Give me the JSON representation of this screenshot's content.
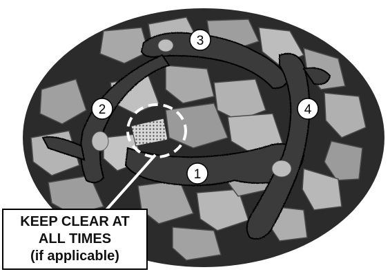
{
  "diagram": {
    "logs": [
      {
        "id": "log-1",
        "number": "1"
      },
      {
        "id": "log-2",
        "number": "2"
      },
      {
        "id": "log-3",
        "number": "3"
      },
      {
        "id": "log-4",
        "number": "4"
      }
    ],
    "warning": {
      "line1": "KEEP CLEAR AT",
      "line2": "ALL TIMES",
      "line3": "(if applicable)"
    }
  },
  "colors": {
    "pan_fill": "#2b2b2b",
    "rock_fill": "#9a9a9a",
    "log_fill": "#3a3a3a",
    "outline": "#000000",
    "label_fill": "#ffffff"
  }
}
